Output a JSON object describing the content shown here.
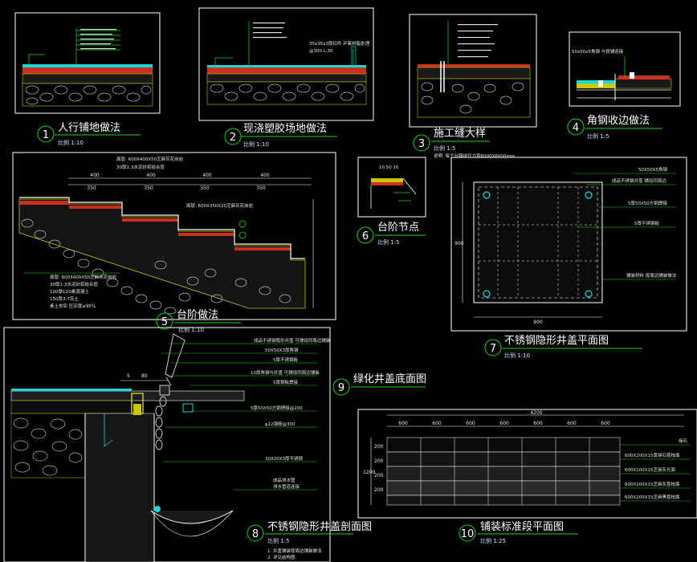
{
  "drawings": [
    {
      "no": "1",
      "title": "人行铺地做法",
      "scale": "比例 1:10"
    },
    {
      "no": "2",
      "title": "现浇塑胶场地做法",
      "scale": "比例 1:10"
    },
    {
      "no": "3",
      "title": "施工缝大样",
      "scale": "比例 1:5"
    },
    {
      "no": "4",
      "title": "角钢收边做法",
      "scale": "比例 1:5"
    },
    {
      "no": "5",
      "title": "台阶做法",
      "scale": "比例 1:10"
    },
    {
      "no": "6",
      "title": "台阶节点",
      "scale": "比例 1:5"
    },
    {
      "no": "7",
      "title": "不锈钢隐形井盖平面图",
      "scale": "比例 1:10"
    },
    {
      "no": "8",
      "title": "不锈钢隐形井盖剖面图",
      "scale": "比例 1:5"
    },
    {
      "no": "9",
      "title": "绿化井盖底面图",
      "scale": ""
    },
    {
      "no": "10",
      "title": "铺装标准段平面图",
      "scale": "比例 1:25"
    }
  ],
  "annotations": {
    "d2_top": "35x35x3厚扣件 环氧树脂处理",
    "d2_top2": "@300 L:30",
    "d3_note": "说明: 每个分隔块尺寸按6000X6000mm",
    "d4_top": "50x50x5角钢 与铁铺连接",
    "d5_top": "面层: 600X400X50芝麻灰花岗岩",
    "d5_top2": "30厚1:3水泥砂浆结合层",
    "d5_mid": "面层: 600X350X20芝麻灰花岗岩",
    "d5_bot1": "面层: 600X400X50芝麻灰花岗岩",
    "d5_bot2": "30厚1:3水泥砂浆结合层",
    "d5_bot3": "100厚C20素混凝土",
    "d5_bot4": "150厚3:7灰土",
    "d5_bot5": "素土夯实 压实度≥95%",
    "d6_dims": "10 50 10",
    "d7_a1": "50X50X5角钢",
    "d7_a2": "成品不锈钢井盖 铺设同周边",
    "d7_a3": "5厚50X50方钢焊接",
    "d7_a4": "5厚不锈钢板",
    "d7_a5": "铺装材料 按周边铺装做法",
    "d7_bottom": "900",
    "d7_side": "900",
    "d8_a1": "成品不锈钢隐形井盖 可铺设同周边铺装",
    "d8_a2": "50X50X3厚角钢",
    "d8_a3": "5厚不锈钢板",
    "d8_a4": "10厚角钢与井盖 可铺设同周边铺装",
    "d8_a5": "5厚钢板焊接",
    "d8_a6": "5厚50X50方钢焊接@200",
    "d8_a7": "φ12钢筋@300",
    "d8_a8": "30X20X3厚不锈钢",
    "d8_a9": "成品排水管",
    "d8_a10": "排水管道连接",
    "d8_note1": "1. 井盖铺装按周边铺装做法.",
    "d8_note2": "2. 详见结构图.",
    "d10_total": "4200",
    "d10_side": "1200",
    "d10_a1": "600X200X15黄锈石荔枝面",
    "d10_a2": "600X100X15芝麻灰光面",
    "d10_a3": "600X200X15芝麻灰荔枝面",
    "d10_a4": "600X200X15芝麻黑荔枝面",
    "d10_edge": "缘石"
  },
  "dims": {
    "d5_400": "400",
    "d5_350": "350",
    "d10_600": "600",
    "d10_200": "200",
    "d8_5": "5",
    "d8_80": "80"
  }
}
